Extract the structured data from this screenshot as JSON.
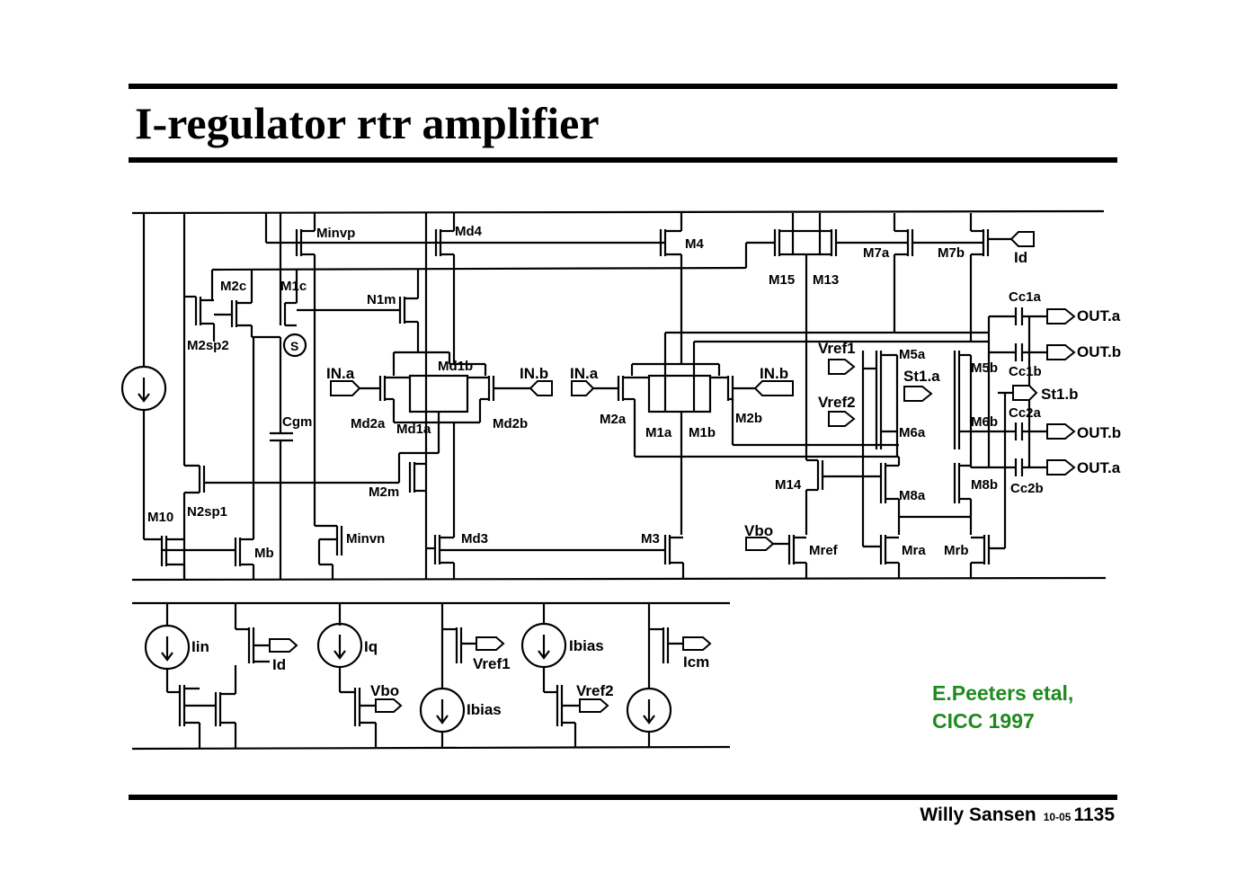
{
  "title": "I-regulator rtr amplifier",
  "labels": {
    "minvp": "Minvp",
    "md4": "Md4",
    "m4": "M4",
    "m15": "M15",
    "m13": "M13",
    "m7a": "M7a",
    "m7b": "M7b",
    "id_top": "Id",
    "m2c": "M2c",
    "m1c": "M1c",
    "m2sp2": "M2sp2",
    "s": "S",
    "cgm": "Cgm",
    "n1m": "N1m",
    "md1b": "Md1b",
    "in_a_left": "IN.a",
    "in_b_left": "IN.b",
    "md2a": "Md2a",
    "md1a": "Md1a",
    "md2b": "Md2b",
    "in_a_right": "IN.a",
    "in_b_right": "IN.b",
    "m2a": "M2a",
    "m1a": "M1a",
    "m1b": "M1b",
    "m2b": "M2b",
    "cc1a": "Cc1a",
    "out_a_top": "OUT.a",
    "out_b_top": "OUT.b",
    "cc1b": "Cc1b",
    "vref1": "Vref1",
    "m5a": "M5a",
    "st1a": "St1.a",
    "m5b": "M5b",
    "st1b": "St1.b",
    "vref2": "Vref2",
    "m6a_top": "M6a",
    "m6b_top": "M6b",
    "cc2a": "Cc2a",
    "out_b_bot": "OUT.b",
    "out_a_bot": "OUT.a",
    "m14": "M14",
    "m8a": "M8a",
    "m8b": "M8b",
    "cc2b": "Cc2b",
    "m2m": "M2m",
    "m10": "M10",
    "n2sp1": "N2sp1",
    "mb": "Mb",
    "minvn": "Minvn",
    "md3": "Md3",
    "m3": "M3",
    "vbo": "Vbo",
    "mref": "Mref",
    "mra": "Mra",
    "mrb": "Mrb",
    "iin": "Iin",
    "id_bot": "Id",
    "iq": "Iq",
    "vbo_bot": "Vbo",
    "vref1_bot": "Vref1",
    "ibias_top": "Ibias",
    "ibias_bot": "Ibias",
    "vref2_bot": "Vref2",
    "icm": "Icm"
  },
  "citation": {
    "line1": "E.Peeters etal,",
    "line2": "CICC 1997"
  },
  "footer": {
    "author": "Willy Sansen",
    "date": "10-05",
    "page": "1135"
  },
  "colors": {
    "citation": "#1f8a1f",
    "ink": "#000000"
  }
}
